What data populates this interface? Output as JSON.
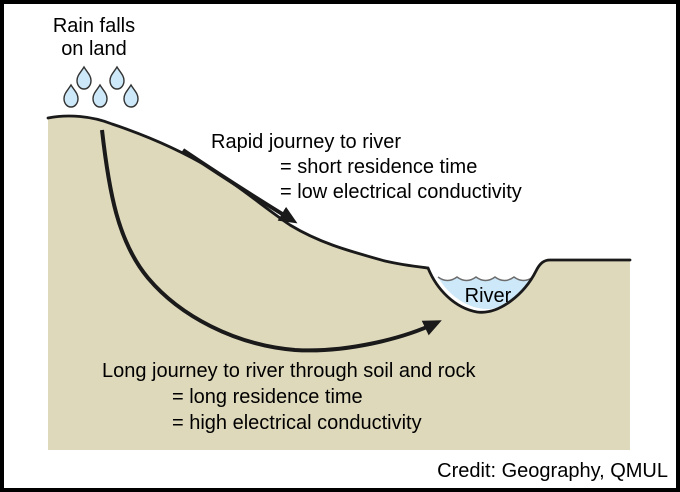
{
  "labels": {
    "rain": {
      "line1": "Rain falls",
      "line2": "on land"
    },
    "rapid_journey": {
      "heading": "Rapid journey to river",
      "point1": "= short residence time",
      "point2": "= low electrical conductivity"
    },
    "long_journey": {
      "heading": "Long journey to river through soil and rock",
      "point1": "= long residence time",
      "point2": "= high electrical conductivity"
    },
    "river": "River",
    "credit": "Credit: Geography, QMUL"
  },
  "colors": {
    "background": "#ffffff",
    "frame_border": "#000000",
    "land": "#dfd9bc",
    "water": "#cde8f8",
    "outline": "#1a1a1a",
    "text": "#000000"
  },
  "icons": {
    "raindrop_name": "raindrop-icon",
    "raindrop_count": 5
  }
}
